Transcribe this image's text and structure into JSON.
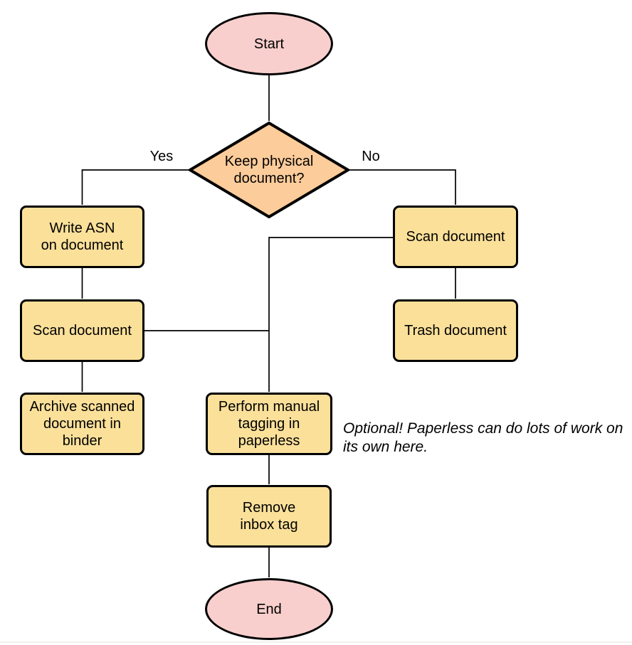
{
  "flowchart": {
    "nodes": {
      "start": "Start",
      "decision": "Keep physical\ndocument?",
      "write_asn": "Write ASN\non document",
      "scan_left": "Scan document",
      "archive": "Archive scanned\ndocument in\nbinder",
      "scan_right": "Scan document",
      "trash": "Trash document",
      "tagging": "Perform manual\ntagging in\npaperless",
      "remove_inbox": "Remove\ninbox tag",
      "end": "End"
    },
    "edge_labels": {
      "yes": "Yes",
      "no": "No"
    },
    "annotation": "Optional! Paperless can do lots of work on\nits own here.",
    "colors": {
      "terminal_fill": "#F8CFCD",
      "decision_fill": "#FDCC9B",
      "process_fill": "#FBE09A",
      "stroke": "#000000"
    }
  }
}
